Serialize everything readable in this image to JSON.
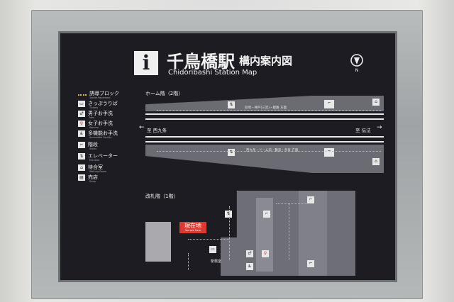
{
  "sign": {
    "info_symbol": "i",
    "title_ja": "千鳥橋駅",
    "title_suffix_ja": "構内案内図",
    "title_en": "Chidoribashi Station Map"
  },
  "legend": [
    {
      "icon": "tactile-paving-icon",
      "label": "誘導ブロック",
      "sub": "Tactile Pavement"
    },
    {
      "icon": "ticket-icon",
      "label": "きっぷうりば",
      "sub": "Tickets"
    },
    {
      "icon": "mens-toilet-icon",
      "label": "男子お手洗",
      "sub": "Men"
    },
    {
      "icon": "womens-toilet-icon",
      "label": "女子お手洗",
      "sub": "Women"
    },
    {
      "icon": "accessible-toilet-icon",
      "label": "多機能お手洗",
      "sub": "Accessible Facility"
    },
    {
      "icon": "stairs-icon",
      "label": "階段",
      "sub": "Stairs"
    },
    {
      "icon": "elevator-icon",
      "label": "エレベーター",
      "sub": "Elevator"
    },
    {
      "icon": "waiting-room-icon",
      "label": "待合室",
      "sub": "Waiting Room"
    },
    {
      "icon": "shop-icon",
      "label": "売店",
      "sub": "Shop"
    }
  ],
  "platform_floor": {
    "label": "ホーム階（2階）",
    "upper_dest": "尼崎・神戸(三宮)・姫路 方面",
    "lower_dest": "西九条・ドーム前・難波・奈良 方面",
    "left_direction": "至 西九条",
    "right_direction": "至 伝法"
  },
  "concourse_floor": {
    "label": "改札階（1階）",
    "you_are_here_ja": "現在地",
    "you_are_here_en": "You are Here",
    "office_label": "駅務室"
  }
}
